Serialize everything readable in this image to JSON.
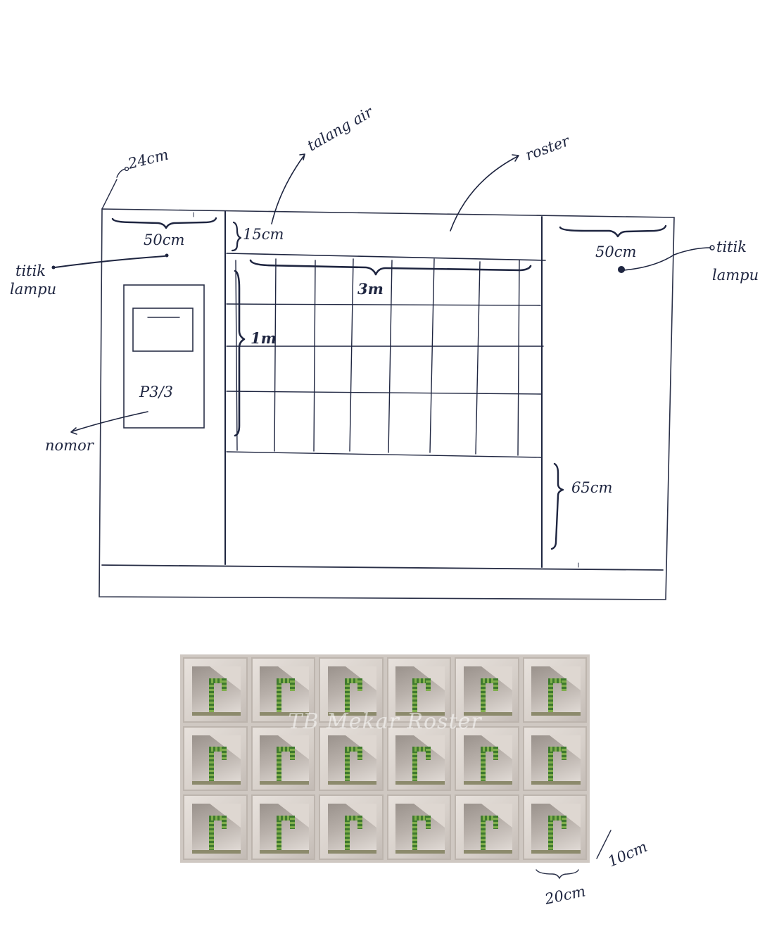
{
  "sketch": {
    "labels": {
      "thickness": "24cm",
      "top_left_width": "50cm",
      "gutter": "talang air",
      "gutter_height": "15cm",
      "roster": "roster",
      "roster_width": "3m",
      "roster_height": "1m",
      "top_right_width": "50cm",
      "lamp_left_line1": "titik",
      "lamp_left_line2": "lampu",
      "lamp_right_line1": "titik",
      "lamp_right_line2": "lampu",
      "number_plate": "P3/3",
      "number_label": "nomor",
      "bottom_gap": "65cm"
    }
  },
  "photo": {
    "watermark": "TB Mekar Roster",
    "rows": 3,
    "cols": 6,
    "block_width": "20cm",
    "block_depth": "10cm"
  },
  "colors": {
    "ink": "#1e2540",
    "roster_block": "#d6cfc9",
    "moss": "#5f9440"
  }
}
